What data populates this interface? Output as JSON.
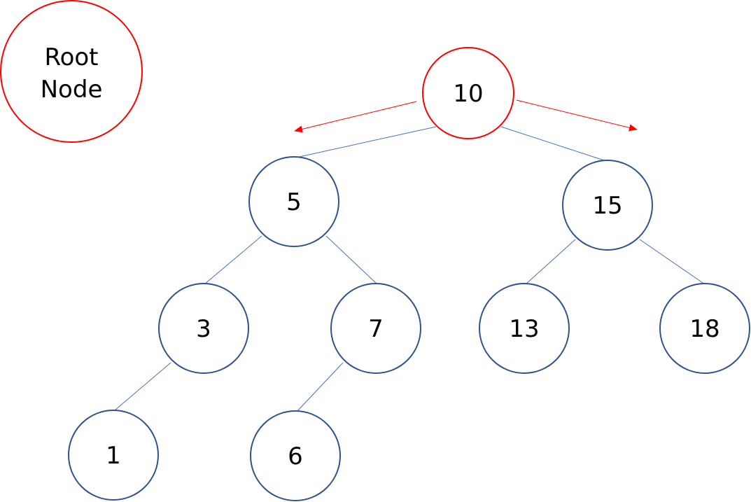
{
  "colors": {
    "node_stroke": "#2f528f",
    "edge_stroke": "#4472c4",
    "root_stroke": "#ff0000",
    "arrow": "#ff0000",
    "background": "#ffffff"
  },
  "legend": {
    "line1": "Root",
    "line2": "Node"
  },
  "tree": {
    "root": "10",
    "nodes": {
      "n10": "10",
      "n5": "5",
      "n15": "15",
      "n3": "3",
      "n7": "7",
      "n13": "13",
      "n18": "18",
      "n1": "1",
      "n6": "6"
    },
    "edges": [
      [
        "10",
        "5"
      ],
      [
        "10",
        "15"
      ],
      [
        "5",
        "3"
      ],
      [
        "5",
        "7"
      ],
      [
        "15",
        "13"
      ],
      [
        "15",
        "18"
      ],
      [
        "3",
        "1"
      ],
      [
        "7",
        "6"
      ]
    ]
  },
  "arrows": [
    {
      "direction": "left",
      "target": "5"
    },
    {
      "direction": "right",
      "target": "15"
    }
  ]
}
